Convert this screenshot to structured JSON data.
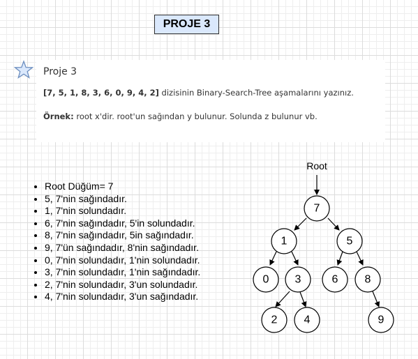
{
  "header": {
    "title": "PROJE 3"
  },
  "card": {
    "icon": "star-icon",
    "title": "Proje 3",
    "line1_array": "[7, 5, 1, 8, 3, 6, 0, 9, 4, 2]",
    "line1_rest": " dizisinin Binary-Search-Tree aşamalarını yazınız.",
    "line2_label": "Örnek:",
    "line2_rest": " root x'dir. root'un sağından y bulunur. Solunda z bulunur vb."
  },
  "rules": [
    "Root Düğüm= 7",
    "5, 7'nin sağındadır.",
    "1, 7'nin solundadır.",
    "6, 7'nin sağındadır, 5'in solundadır.",
    "8, 7'nin sağındadır, 5in sağındadır.",
    "9, 7'ün sağındadır, 8'nin sağındadır.",
    "0, 7'nin solundadır, 1'nin solundadır.",
    "3, 7'nin solundadır, 1'nin sağındadır.",
    "2, 7'nin solundadır, 3'un solundadır.",
    "4, 7'nin solundadır, 3'un sağındadır."
  ],
  "tree": {
    "root_label": "Root",
    "nodes": [
      "7",
      "1",
      "5",
      "0",
      "3",
      "6",
      "8",
      "2",
      "4",
      "9"
    ]
  },
  "colors": {
    "title_box_fill": "#dae8fc",
    "star_stroke": "#6c8ebf"
  }
}
